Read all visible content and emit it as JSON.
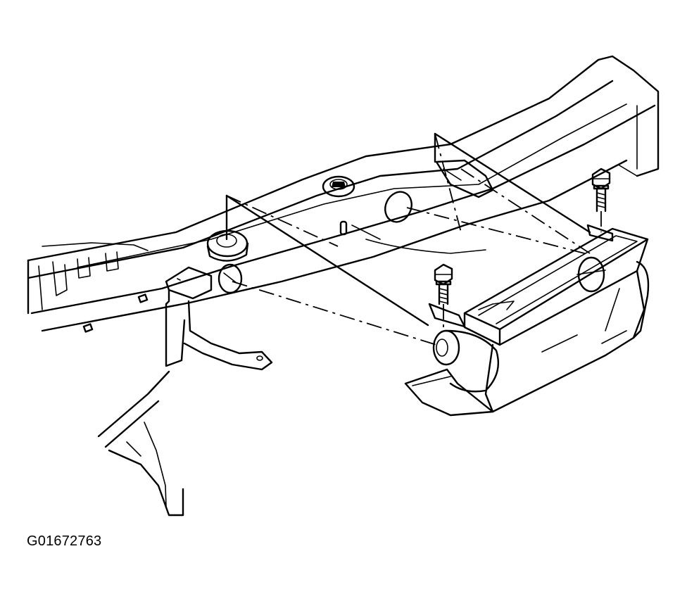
{
  "figure": {
    "id": "G01672763"
  },
  "colors": {
    "ink": "#000000",
    "background": "#ffffff"
  },
  "parts": {
    "bolts": 2,
    "alignment_leaders": 3
  }
}
